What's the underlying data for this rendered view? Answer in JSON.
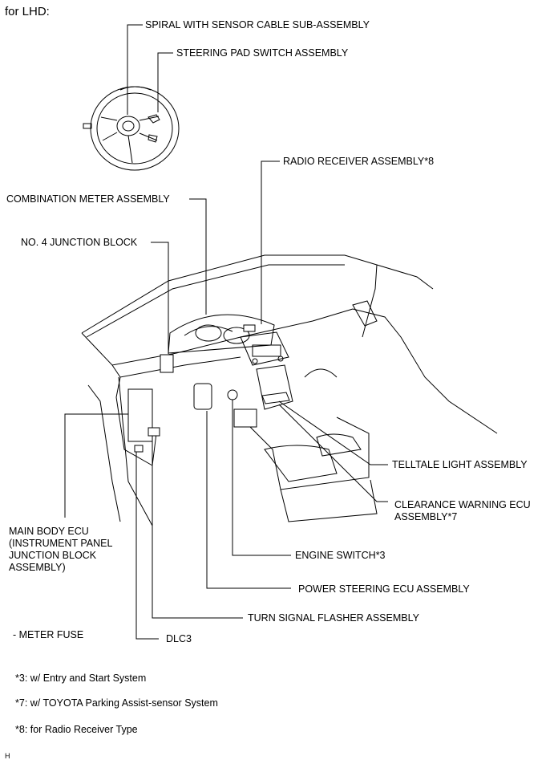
{
  "header": "for LHD:",
  "labels": {
    "spiral": "SPIRAL WITH SENSOR CABLE SUB-ASSEMBLY",
    "steering_pad": "STEERING PAD SWITCH ASSEMBLY",
    "radio": "RADIO RECEIVER ASSEMBLY*8",
    "combination_meter": "COMBINATION METER ASSEMBLY",
    "junction4": "NO. 4 JUNCTION BLOCK",
    "telltale": "TELLTALE LIGHT ASSEMBLY",
    "clearance_line1": "CLEARANCE WARNING ECU",
    "clearance_line2": "ASSEMBLY*7",
    "main_body_line1": "MAIN BODY ECU",
    "main_body_line2": "(INSTRUMENT PANEL",
    "main_body_line3": "JUNCTION BLOCK",
    "main_body_line4": "ASSEMBLY)",
    "engine_switch": "ENGINE SWITCH*3",
    "power_steering": "POWER STEERING ECU ASSEMBLY",
    "turn_signal": "TURN SIGNAL FLASHER ASSEMBLY",
    "meter_fuse": "- METER FUSE",
    "dlc3": "DLC3"
  },
  "footnotes": [
    "*3: w/ Entry and Start System",
    "*7: w/ TOYOTA Parking Assist-sensor System",
    "*8: for Radio Receiver Type"
  ],
  "mark": "H"
}
